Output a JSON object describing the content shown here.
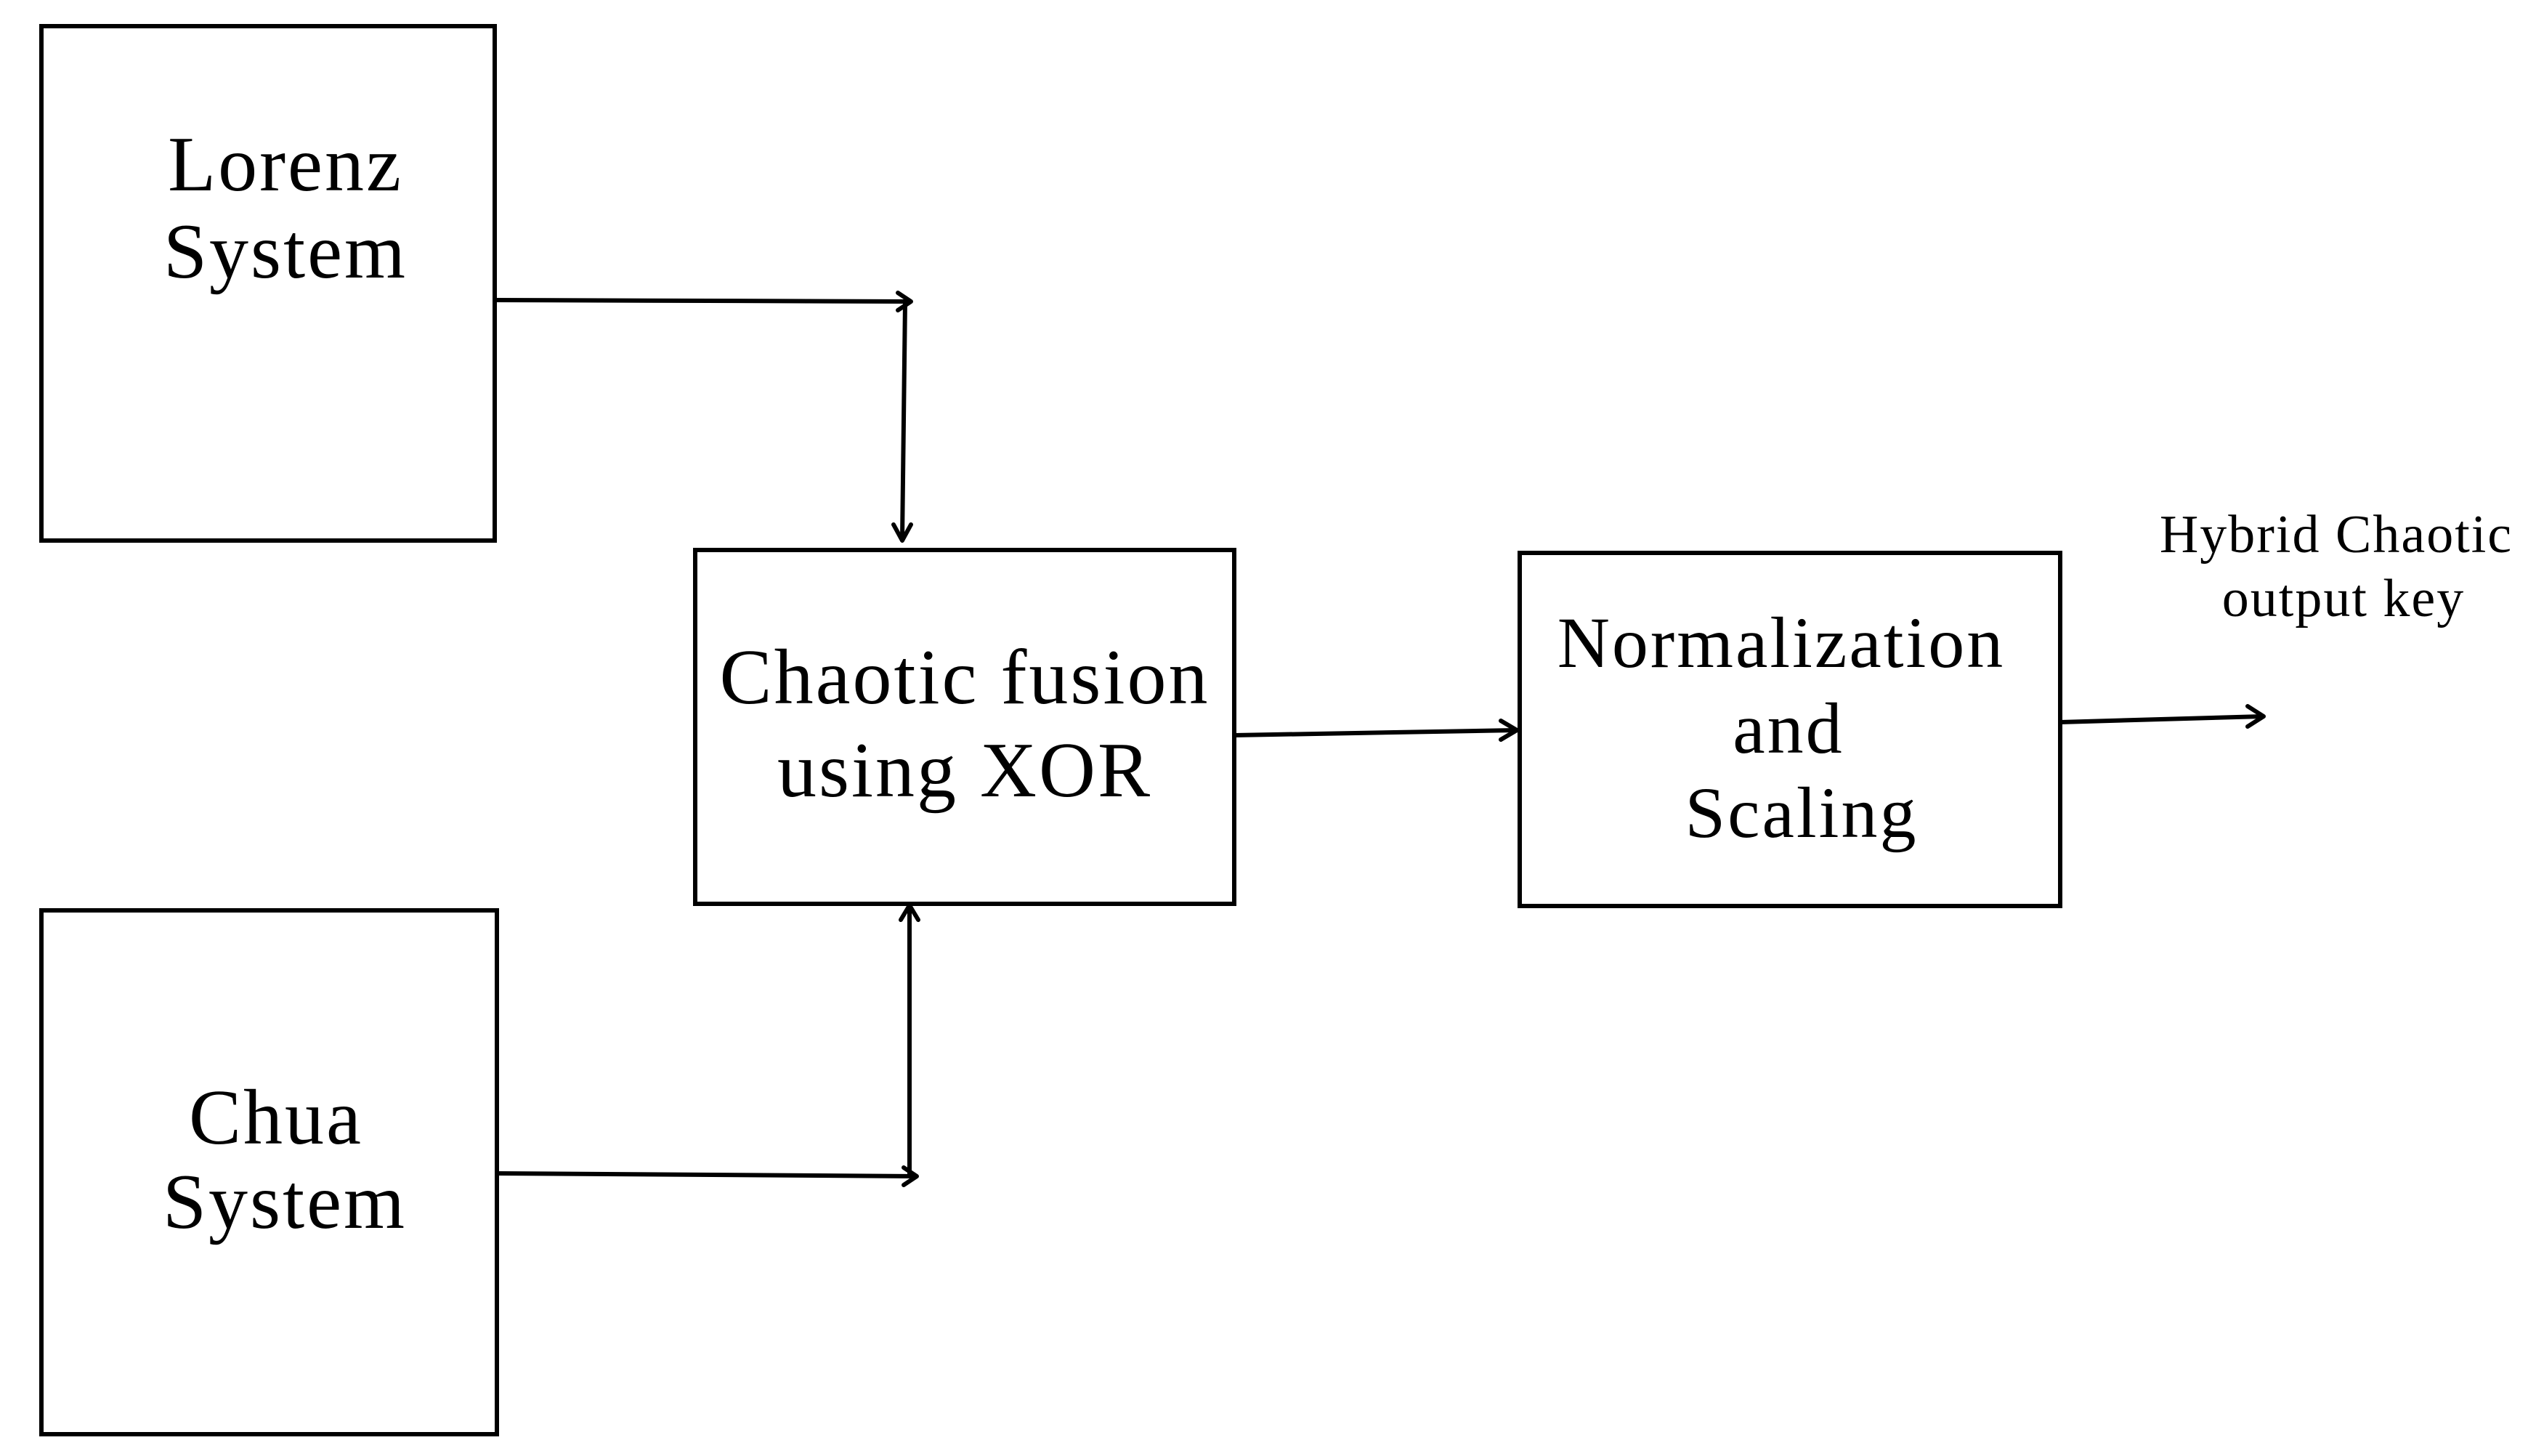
{
  "diagram": {
    "lorenz": {
      "line1": "Lorenz",
      "line2": "System"
    },
    "chua": {
      "line1": "Chua",
      "line2": "System"
    },
    "fusion": {
      "line1": "Chaotic fusion",
      "line2": "using XOR"
    },
    "normalization": {
      "line1": "Normalization",
      "line2": "and",
      "line3": "Scaling"
    },
    "output": {
      "line1": "Hybrid Chaotic",
      "line2": "output key"
    }
  },
  "colors": {
    "stroke": "#000000",
    "background": "#ffffff"
  }
}
